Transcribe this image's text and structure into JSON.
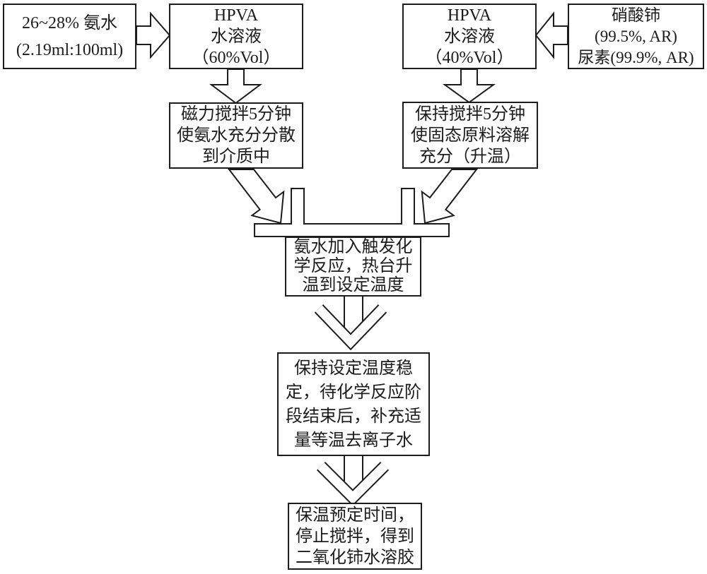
{
  "colors": {
    "line": "#1c1c1c",
    "background": "#ffffff",
    "box_fill": "#ffffff"
  },
  "boxes": {
    "ammonia": {
      "lines": [
        "26~28% 氨水",
        "(2.19ml:100ml)"
      ]
    },
    "hpva60": {
      "lines": [
        "HPVA",
        "水溶液",
        "（60%Vol）"
      ]
    },
    "hpva40": {
      "lines": [
        "HPVA",
        "水溶液",
        "（40%Vol）"
      ]
    },
    "cerium_urea": {
      "lines": [
        "硝酸铈",
        "(99.5%, AR)",
        "尿素(99.9%, AR)"
      ]
    },
    "stir_disperse": {
      "lines": [
        "磁力搅拌5分钟",
        "使氨水充分分散",
        "到介质中"
      ]
    },
    "stir_dissolve": {
      "lines": [
        "保持搅拌5分钟",
        "使固态原料溶解",
        "充分（升温）"
      ]
    },
    "trigger_reaction": {
      "lines": [
        "氨水加入触发化",
        "学反应，热台升",
        "温到设定温度"
      ]
    },
    "hold_temperature": {
      "lines": [
        "保持设定温度稳",
        "定，待化学反应阶",
        "段结束后，补充适",
        "量等温去离子水"
      ]
    },
    "final_product": {
      "lines": [
        "保温预定时间，",
        "停止搅拌，得到",
        "二氧化铈水溶胶"
      ]
    }
  },
  "connectors": [
    {
      "name": "arrow-ammonia-to-hpva60",
      "direction": "right"
    },
    {
      "name": "arrow-cerium-to-hpva40",
      "direction": "left"
    },
    {
      "name": "arrow-hpva60-to-stir-left",
      "direction": "down"
    },
    {
      "name": "arrow-hpva40-to-stir-right",
      "direction": "down"
    },
    {
      "name": "arrow-stir-left-to-merge",
      "direction": "down-right"
    },
    {
      "name": "arrow-stir-right-to-merge",
      "direction": "down-left"
    },
    {
      "name": "merge-bar-into-trigger",
      "direction": "down"
    },
    {
      "name": "arrow-trigger-to-hold",
      "direction": "down"
    },
    {
      "name": "arrow-hold-to-final",
      "direction": "down"
    }
  ]
}
